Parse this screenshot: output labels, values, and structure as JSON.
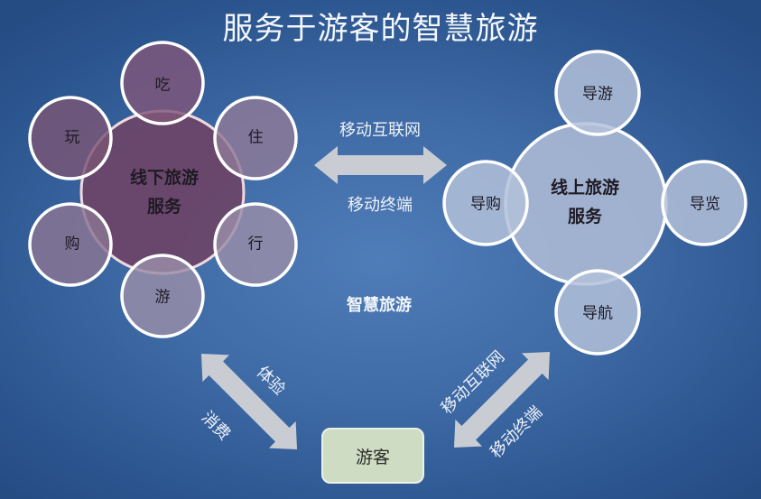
{
  "title": "服务于游客的智慧旅游",
  "offline": {
    "center_line1": "线下旅游",
    "center_line2": "服务",
    "satellites": [
      "吃",
      "住",
      "行",
      "游",
      "购",
      "玩"
    ]
  },
  "online": {
    "center_line1": "线上旅游",
    "center_line2": "服务",
    "satellites": [
      "导游",
      "导览",
      "导航",
      "导购"
    ]
  },
  "links": {
    "horizontal_top": "移动互联网",
    "horizontal_bottom": "移动终端",
    "center_label": "智慧旅游",
    "left_upper": "体验",
    "left_lower": "消费",
    "right_upper": "移动互联网",
    "right_lower": "移动终端"
  },
  "visitor": "游客",
  "colors": {
    "background": "#3e6aa5",
    "offline_center": "#6e4a6c",
    "offline_satellite": "#7f6a86",
    "online_fill": "#a9b9d4",
    "arrow": "#c9cdd3",
    "visitor_box": "#cfdcc4"
  }
}
